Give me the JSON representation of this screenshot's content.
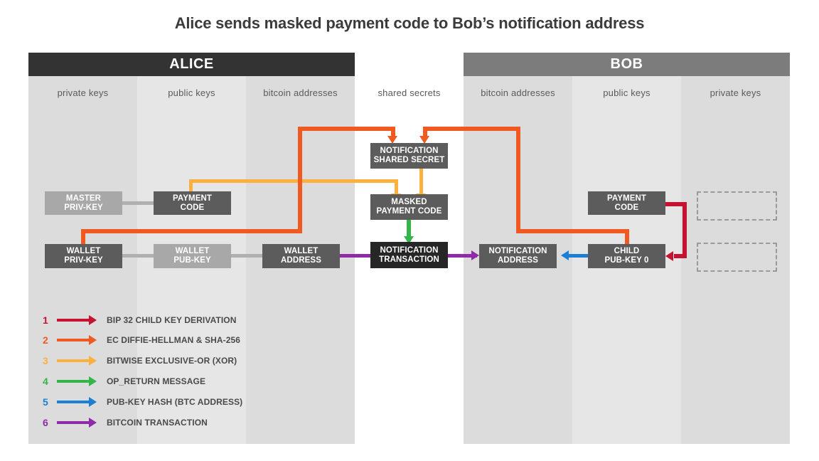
{
  "title": "Alice sends masked payment code to Bob’s notification address",
  "parties": [
    {
      "name": "ALICE",
      "columns": [
        "private keys",
        "public keys",
        "bitcoin addresses"
      ]
    },
    {
      "name": "BOB",
      "columns": [
        "bitcoin addresses",
        "public keys",
        "private keys"
      ]
    }
  ],
  "middle_column": "shared secrets",
  "nodes": {
    "alice_master_privkey": {
      "line1": "MASTER",
      "line2": "PRIV-KEY"
    },
    "alice_payment_code": {
      "line1": "PAYMENT",
      "line2": "CODE"
    },
    "alice_wallet_privkey": {
      "line1": "WALLET",
      "line2": "PRIV-KEY"
    },
    "alice_wallet_pubkey": {
      "line1": "WALLET",
      "line2": "PUB-KEY"
    },
    "alice_wallet_address": {
      "line1": "WALLET",
      "line2": "ADDRESS"
    },
    "notification_shared_secret": {
      "line1": "NOTIFICATION",
      "line2": "SHARED SECRET"
    },
    "masked_payment_code": {
      "line1": "MASKED",
      "line2": "PAYMENT CODE"
    },
    "notification_transaction": {
      "line1": "NOTIFICATION",
      "line2": "TRANSACTION"
    },
    "bob_notification_address": {
      "line1": "NOTIFICATION",
      "line2": "ADDRESS"
    },
    "bob_payment_code": {
      "line1": "PAYMENT",
      "line2": "CODE"
    },
    "bob_child_pubkey": {
      "line1": "CHILD",
      "line2": "PUB-KEY  0"
    }
  },
  "legend": [
    {
      "num": "1",
      "label": "BIP 32 CHILD KEY DERIVATION",
      "color": "#c41230"
    },
    {
      "num": "2",
      "label": "EC DIFFIE-HELLMAN & SHA-256",
      "color": "#f05a22"
    },
    {
      "num": "3",
      "label": "BITWISE EXCLUSIVE-OR (XOR)",
      "color": "#fbb040"
    },
    {
      "num": "4",
      "label": "OP_RETURN MESSAGE",
      "color": "#36b44a"
    },
    {
      "num": "5",
      "label": "PUB-KEY HASH (BTC ADDRESS)",
      "color": "#1d7fd4"
    },
    {
      "num": "6",
      "label": "BITCOIN TRANSACTION",
      "color": "#8f2aa8"
    }
  ],
  "colors": {
    "alice_header": "#333333",
    "bob_header": "#7c7c7c",
    "band_dark": "#dcdcdc",
    "band_light": "#e6e6e6",
    "node_dark": "#5c5c5c",
    "node_darker": "#262626",
    "node_light": "#a8a8a8",
    "wire_gray": "#b0b0b0"
  }
}
